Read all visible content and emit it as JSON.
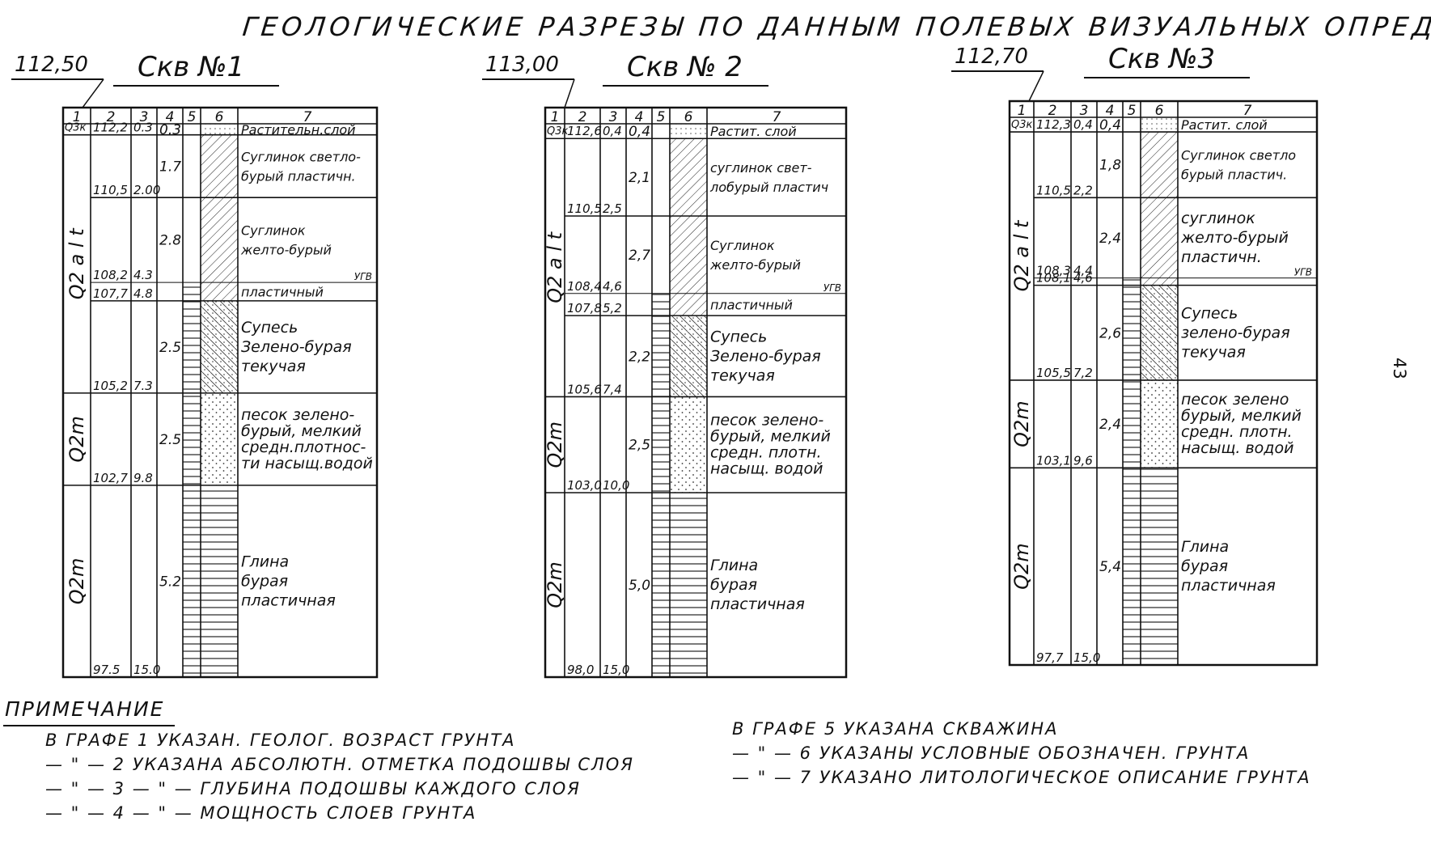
{
  "title": "ГЕОЛОГИЧЕСКИЕ РАЗРЕЗЫ ПО ДАННЫМ ПОЛЕВЫХ ВИЗУАЛЬНЫХ ОПРЕДЕЛЕНИЙ",
  "page_number": "43",
  "wells": [
    {
      "elevation": "112,50",
      "label": "Скв №1",
      "bottom_elevation": 97.5,
      "headers": [
        "1",
        "2",
        "3",
        "4",
        "5",
        "6",
        "7"
      ],
      "layers": [
        {
          "age": "Q3к",
          "abs": "112,2",
          "abs_value": 112.2,
          "depth": "0.3",
          "thickness": "0.3",
          "pattern": "soil",
          "desc": [
            "Растительн.слой"
          ]
        },
        {
          "age": "",
          "abs": "110,5",
          "abs_value": 110.5,
          "depth": "2.00",
          "thickness": "1.7",
          "pattern": "hatch",
          "desc": [
            "Суглинок светло-",
            "бурый пластичн."
          ]
        },
        {
          "age": "",
          "abs": "108,2",
          "abs_value": 108.2,
          "depth": "4.3",
          "thickness": "2.8",
          "pattern": "hatch",
          "desc": [
            "Суглинок",
            "желто-бурый"
          ],
          "ugv": "УГВ"
        },
        {
          "age": "",
          "abs": "107,7",
          "abs_value": 107.7,
          "depth": "4.8",
          "thickness": "",
          "pattern": "hatch",
          "desc": [
            "пластичный"
          ]
        },
        {
          "age": "",
          "abs": "105,2",
          "abs_value": 105.2,
          "depth": "7.3",
          "thickness": "2.5",
          "pattern": "dense",
          "desc": [
            "Супесь",
            "Зелено-бурая",
            "текучая"
          ]
        },
        {
          "age": "Q2m",
          "abs": "102,7",
          "abs_value": 102.7,
          "depth": "9.8",
          "thickness": "2.5",
          "pattern": "dots",
          "desc": [
            "песок зелено-",
            "бурый, мелкий",
            "средн.плотнос-",
            "ти насыщ.водой"
          ]
        },
        {
          "age": "Q2m",
          "abs": "97.5",
          "abs_value": 97.5,
          "depth": "15.0",
          "thickness": "5.2",
          "pattern": "clay",
          "desc": [
            "Глина",
            "бурая",
            "пластичная"
          ]
        }
      ],
      "age_groups": [
        {
          "label": "Q2 a l t",
          "from": 1,
          "to": 5
        },
        {
          "label": "Q2m",
          "from": 5,
          "to": 6
        },
        {
          "label": "Q2m",
          "from": 6,
          "to": 7
        }
      ]
    },
    {
      "elevation": "113,00",
      "label": "Скв № 2",
      "bottom_elevation": 98.0,
      "headers": [
        "1",
        "2",
        "3",
        "4",
        "5",
        "6",
        "7"
      ],
      "layers": [
        {
          "age": "Q3к",
          "abs": "112,6",
          "abs_value": 112.6,
          "depth": "0,4",
          "thickness": "0,4",
          "pattern": "soil",
          "desc": [
            "Растит. слой"
          ]
        },
        {
          "age": "",
          "abs": "110,5",
          "abs_value": 110.5,
          "depth": "2,5",
          "thickness": "2,1",
          "pattern": "hatch",
          "desc": [
            "суглинок свет-",
            "лобурый пластич"
          ]
        },
        {
          "age": "",
          "abs": "108,4",
          "abs_value": 108.4,
          "depth": "4,6",
          "thickness": "2,7",
          "pattern": "hatch",
          "desc": [
            "Суглинок",
            "желто-бурый"
          ],
          "ugv": "УГВ"
        },
        {
          "age": "",
          "abs": "107,8",
          "abs_value": 107.8,
          "depth": "5,2",
          "thickness": "",
          "pattern": "hatch",
          "desc": [
            "пластичный"
          ]
        },
        {
          "age": "",
          "abs": "105,6",
          "abs_value": 105.6,
          "depth": "7,4",
          "thickness": "2,2",
          "pattern": "dense",
          "desc": [
            "Супесь",
            "Зелено-бурая",
            "текучая"
          ]
        },
        {
          "age": "Q2m",
          "abs": "103,0",
          "abs_value": 103.0,
          "depth": "10,0",
          "thickness": "2,5",
          "pattern": "dots",
          "desc": [
            "песок зелено-",
            "бурый, мелкий",
            "средн. плотн.",
            "насыщ. водой"
          ]
        },
        {
          "age": "Q2m",
          "abs": "98,0",
          "abs_value": 98.0,
          "depth": "15,0",
          "thickness": "5,0",
          "pattern": "clay",
          "desc": [
            "Глина",
            "бурая",
            "пластичная"
          ]
        }
      ],
      "age_groups": [
        {
          "label": "Q2 a l t",
          "from": 1,
          "to": 5
        },
        {
          "label": "Q2m",
          "from": 5,
          "to": 6
        },
        {
          "label": "Q2m",
          "from": 6,
          "to": 7
        }
      ]
    },
    {
      "elevation": "112,70",
      "label": "Скв №3",
      "bottom_elevation": 97.7,
      "headers": [
        "1",
        "2",
        "3",
        "4",
        "5",
        "6",
        "7"
      ],
      "layers": [
        {
          "age": "Q3к",
          "abs": "112,3",
          "abs_value": 112.3,
          "depth": "0,4",
          "thickness": "0,4",
          "pattern": "soil",
          "desc": [
            "Растит. слой"
          ]
        },
        {
          "age": "",
          "abs": "110,5",
          "abs_value": 110.5,
          "depth": "2,2",
          "thickness": "1,8",
          "pattern": "hatch",
          "desc": [
            "Суглинок светло",
            "бурый пластич."
          ]
        },
        {
          "age": "",
          "abs": "108,3",
          "abs_value": 108.3,
          "depth": "4,4",
          "thickness": "2,4",
          "pattern": "hatch",
          "desc": [
            "суглинок",
            "желто-бурый",
            "пластичн."
          ],
          "ugv": "УГВ"
        },
        {
          "age": "",
          "abs": "108,1",
          "abs_value": 108.1,
          "depth": "4,6",
          "thickness": "",
          "pattern": "hatch",
          "desc": []
        },
        {
          "age": "",
          "abs": "105,5",
          "abs_value": 105.5,
          "depth": "7,2",
          "thickness": "2,6",
          "pattern": "dense",
          "desc": [
            "Супесь",
            "зелено-бурая",
            "текучая"
          ]
        },
        {
          "age": "Q2m",
          "abs": "103,1",
          "abs_value": 103.1,
          "depth": "9,6",
          "thickness": "2,4",
          "pattern": "dots",
          "desc": [
            "песок зелено",
            "бурый, мелкий",
            "средн. плотн.",
            "насыщ. водой"
          ]
        },
        {
          "age": "Q2m",
          "abs": "97,7",
          "abs_value": 97.7,
          "depth": "15,0",
          "thickness": "5,4",
          "pattern": "clay",
          "desc": [
            "Глина",
            "бурая",
            "пластичная"
          ]
        }
      ],
      "age_groups": [
        {
          "label": "Q2 a l t",
          "from": 1,
          "to": 5
        },
        {
          "label": "Q2m",
          "from": 5,
          "to": 6
        },
        {
          "label": "Q2m",
          "from": 6,
          "to": 7
        }
      ]
    }
  ],
  "notes": {
    "title": "ПРИМЕЧАНИЕ",
    "left": [
      "В  ГРАФЕ   1 УКАЗАН.  ГЕОЛОГ. ВОЗРАСТ ГРУНТА",
      "— \" —   2 УКАЗАНА   АБСОЛЮТН. ОТМЕТКА ПОДОШВЫ СЛОЯ",
      "— \" —   3 — \" —   ГЛУБИНА  ПОДОШВЫ КАЖДОГО СЛОЯ",
      "— \" —   4 — \" —   МОЩНОСТЬ  СЛОЕВ ГРУНТА"
    ],
    "right": [
      "В ГРАФЕ   5  УКАЗАНА   СКВАЖИНА",
      "— \" —   6  УКАЗАНЫ   УСЛОВНЫЕ  ОБОЗНАЧЕН. ГРУНТА",
      "— \" —   7  УКАЗАНО   ЛИТОЛОГИЧЕСКОЕ ОПИСАНИЕ ГРУНТА"
    ]
  }
}
